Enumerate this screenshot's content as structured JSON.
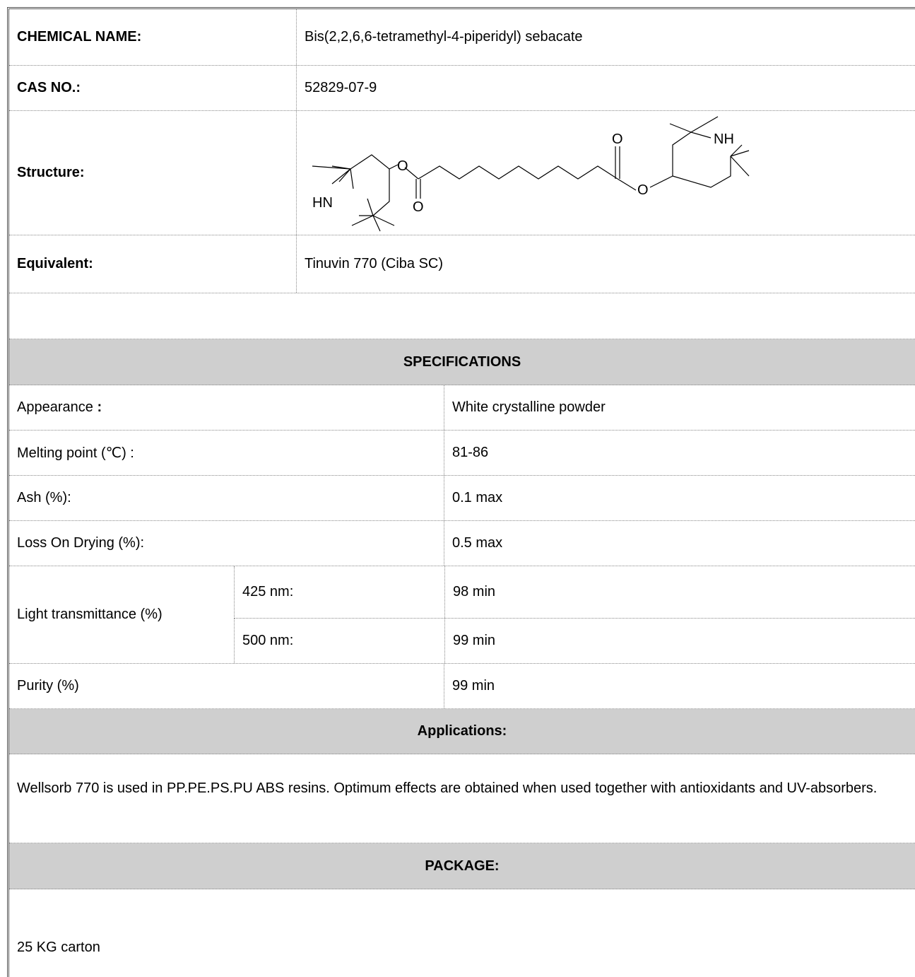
{
  "info": {
    "chemical_name_label": "CHEMICAL NAME:",
    "chemical_name_value": "Bis(2,2,6,6-tetramethyl-4-piperidyl) sebacate",
    "cas_label": "CAS NO.:",
    "cas_value": "52829-07-9",
    "structure_label": "Structure:",
    "equivalent_label": "Equivalent:",
    "equivalent_value": "Tinuvin 770 (Ciba SC)"
  },
  "structure_atoms": {
    "o_left_ester": "O",
    "o_left_carbonyl": "O",
    "o_right_carbonyl": "O",
    "o_right_ester": "O",
    "hn_left": "HN",
    "nh_right": "NH"
  },
  "specifications": {
    "header": "SPECIFICATIONS",
    "appearance_label": "Appearance",
    "appearance_colon": ":",
    "appearance_value": "White crystalline powder",
    "melting_label": "Melting point (℃) :",
    "melting_value": "81-86",
    "ash_label": "Ash (%):",
    "ash_value": "0.1 max",
    "lod_label": "Loss On Drying (%):",
    "lod_value": "0.5 max",
    "light_label": "Light transmittance (%)",
    "light_425_label": "425 nm:",
    "light_425_value": "98 min",
    "light_500_label": "500 nm:",
    "light_500_value": "99 min",
    "purity_label": "Purity (%)",
    "purity_value": "99 min"
  },
  "applications": {
    "header": "Applications:",
    "text": "Wellsorb 770 is used in PP.PE.PS.PU ABS resins. Optimum effects are obtained when used together with antioxidants and UV-absorbers."
  },
  "package": {
    "header": "PACKAGE:",
    "text": "25 KG carton"
  }
}
